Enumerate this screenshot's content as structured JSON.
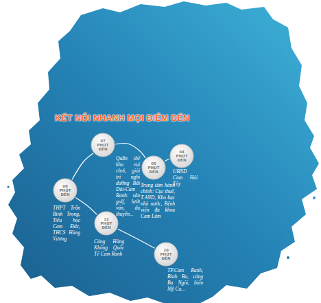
{
  "diagram": {
    "title": "KẾT NỐI NHANH MỌI ĐIỂM ĐẾN",
    "nodes": [
      {
        "text": [
          "07 PHÚT ĐẾN"
        ]
      },
      {
        "text": [
          "05 PHÚT ĐẾN"
        ]
      },
      {
        "text": [
          "04 PHÚT ĐẾN"
        ]
      },
      {
        "text": [
          "08 PHÚT ĐẾN"
        ]
      },
      {
        "text": [
          "12 PHÚT ĐẾN"
        ]
      },
      {
        "text": [
          "20 PHÚT ĐẾN"
        ]
      }
    ],
    "edges": [
      {
        "from": 0,
        "to": 1,
        "arrow": "none"
      },
      {
        "from": 1,
        "to": 2,
        "arrow": "none"
      },
      {
        "from": 0,
        "to": 3,
        "arrow": "none"
      },
      {
        "from": 3,
        "to": 4,
        "arrow": "none"
      },
      {
        "from": 4,
        "to": 5,
        "arrow": "none"
      }
    ],
    "labels": [
      "Quần thể khu vui chơi, giải trí nghỉ dưỡng Bãi Dài-Cam Ranh: sân golf, lướt ván, du thuyền...",
      "Trung tâm hành chính: Cục thuế, T.AND, Kho bạc nhà nước, Bệnh viện đa khoa Cam Lâm",
      "UBND Cam Hải Tây",
      "THPT Trần Bình Trọng, Tiểu học Cam Đức, THCS Hùng Vương",
      "Cảng Hàng Không Quốc Tế Cam Ranh",
      "TP.Cam Ranh, Bình Ba, cảng Ba Ngòi, biển Mỹ Ca..."
    ]
  }
}
